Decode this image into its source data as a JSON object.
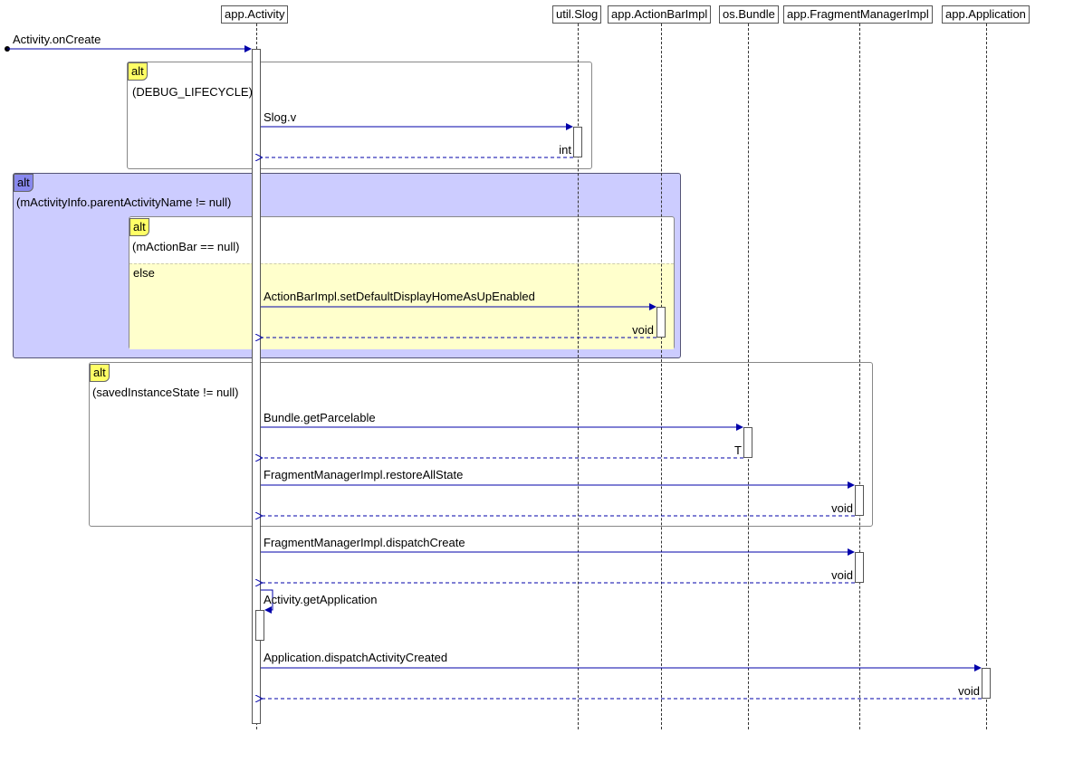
{
  "participants": [
    {
      "id": "activity",
      "label": "app.Activity"
    },
    {
      "id": "slog",
      "label": "util.Slog"
    },
    {
      "id": "actionbar",
      "label": "app.ActionBarImpl"
    },
    {
      "id": "bundle",
      "label": "os.Bundle"
    },
    {
      "id": "fragmentmanager",
      "label": "app.FragmentManagerImpl"
    },
    {
      "id": "application",
      "label": "app.Application"
    }
  ],
  "entry_call": "Activity.onCreate",
  "fragments": [
    {
      "kind": "alt",
      "guard": "(DEBUG_LIFECYCLE)"
    },
    {
      "kind": "alt",
      "guard": "(mActivityInfo.parentActivityName != null)"
    },
    {
      "kind": "alt",
      "guard": "(mActionBar == null)",
      "else_label": "else"
    },
    {
      "kind": "alt",
      "guard": "(savedInstanceState != null)"
    }
  ],
  "messages": [
    {
      "from": "activity",
      "to": "slog",
      "call": "Slog.v",
      "returns": "int"
    },
    {
      "from": "activity",
      "to": "actionbar",
      "call": "ActionBarImpl.setDefaultDisplayHomeAsUpEnabled",
      "returns": "void"
    },
    {
      "from": "activity",
      "to": "bundle",
      "call": "Bundle.getParcelable",
      "returns": "T"
    },
    {
      "from": "activity",
      "to": "fragmentmanager",
      "call": "FragmentManagerImpl.restoreAllState",
      "returns": "void"
    },
    {
      "from": "activity",
      "to": "fragmentmanager",
      "call": "FragmentManagerImpl.dispatchCreate",
      "returns": "void"
    },
    {
      "from": "activity",
      "to": "activity",
      "call": "Activity.getApplication",
      "returns": ""
    },
    {
      "from": "activity",
      "to": "application",
      "call": "Application.dispatchActivityCreated",
      "returns": "void"
    }
  ],
  "colors": {
    "arrow": "#0000aa",
    "alt_tag": "#ffff66",
    "outer_alt_fill": "#ccccff",
    "else_fill": "#ffffcc"
  }
}
